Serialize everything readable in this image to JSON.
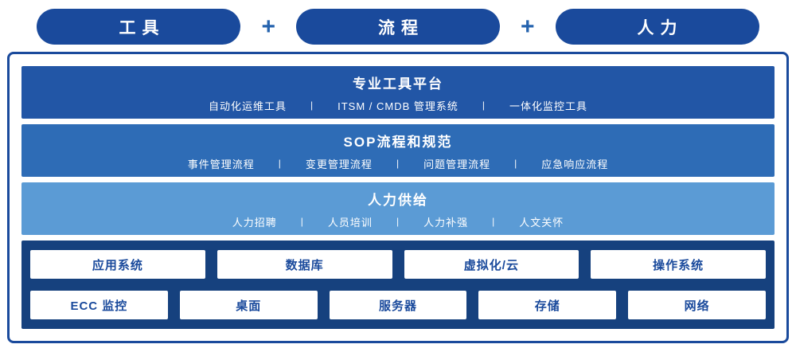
{
  "header": {
    "pills": [
      {
        "label": "工具"
      },
      {
        "label": "流程"
      },
      {
        "label": "人力"
      }
    ],
    "plus": "+"
  },
  "separator": "|",
  "bands": [
    {
      "title": "专业工具平台",
      "items": [
        "自动化运维工具",
        "ITSM / CMDB 管理系统",
        "一体化监控工具"
      ]
    },
    {
      "title": "SOP流程和规范",
      "items": [
        "事件管理流程",
        "变更管理流程",
        "问题管理流程",
        "应急响应流程"
      ]
    },
    {
      "title": "人力供给",
      "items": [
        "人力招聘",
        "人员培训",
        "人力补强",
        "人文关怀"
      ]
    }
  ],
  "grid": {
    "row1": [
      "应用系统",
      "数据库",
      "虚拟化/云",
      "操作系统"
    ],
    "row2": [
      "ECC 监控",
      "桌面",
      "服务器",
      "存储",
      "网络"
    ]
  },
  "colors": {
    "primary_dark": "#1a4a9c",
    "band1": "#2256a6",
    "band2": "#2e6cb6",
    "band3": "#5b9bd5",
    "bottom_bg": "#16417e",
    "plus": "#2563ae"
  }
}
